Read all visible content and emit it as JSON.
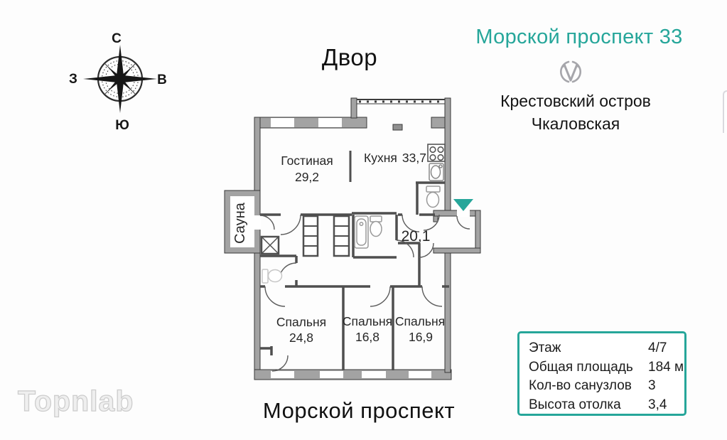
{
  "accent_color": "#26a69a",
  "header": {
    "building_title": "Морской проспект 33",
    "metro_stations": [
      "Крестовский остров",
      "Чкаловская"
    ]
  },
  "orientation": {
    "top_street": "Двор",
    "bottom_street": "Морской проспект",
    "compass": {
      "north": "С",
      "east": "В",
      "south": "Ю",
      "west": "З"
    }
  },
  "plan": {
    "rooms": [
      {
        "name": "Гостиная",
        "area": "29,2"
      },
      {
        "name": "Кухня",
        "area": "33,7"
      },
      {
        "name": "Сауна",
        "area": ""
      },
      {
        "name": "",
        "area": "20,1"
      },
      {
        "name": "Спальня",
        "area": "24,8"
      },
      {
        "name": "Спальня",
        "area": "16,8"
      },
      {
        "name": "Спальня",
        "area": "16,9"
      }
    ]
  },
  "info_box": {
    "rows": [
      {
        "label": "Этаж",
        "value": "4/7"
      },
      {
        "label": "Общая площадь",
        "value": "184 м"
      },
      {
        "label": "Кол-во санузлов",
        "value": "3"
      },
      {
        "label": "Высота отолка",
        "value": "3,4"
      }
    ]
  },
  "watermark": "Topnlab"
}
